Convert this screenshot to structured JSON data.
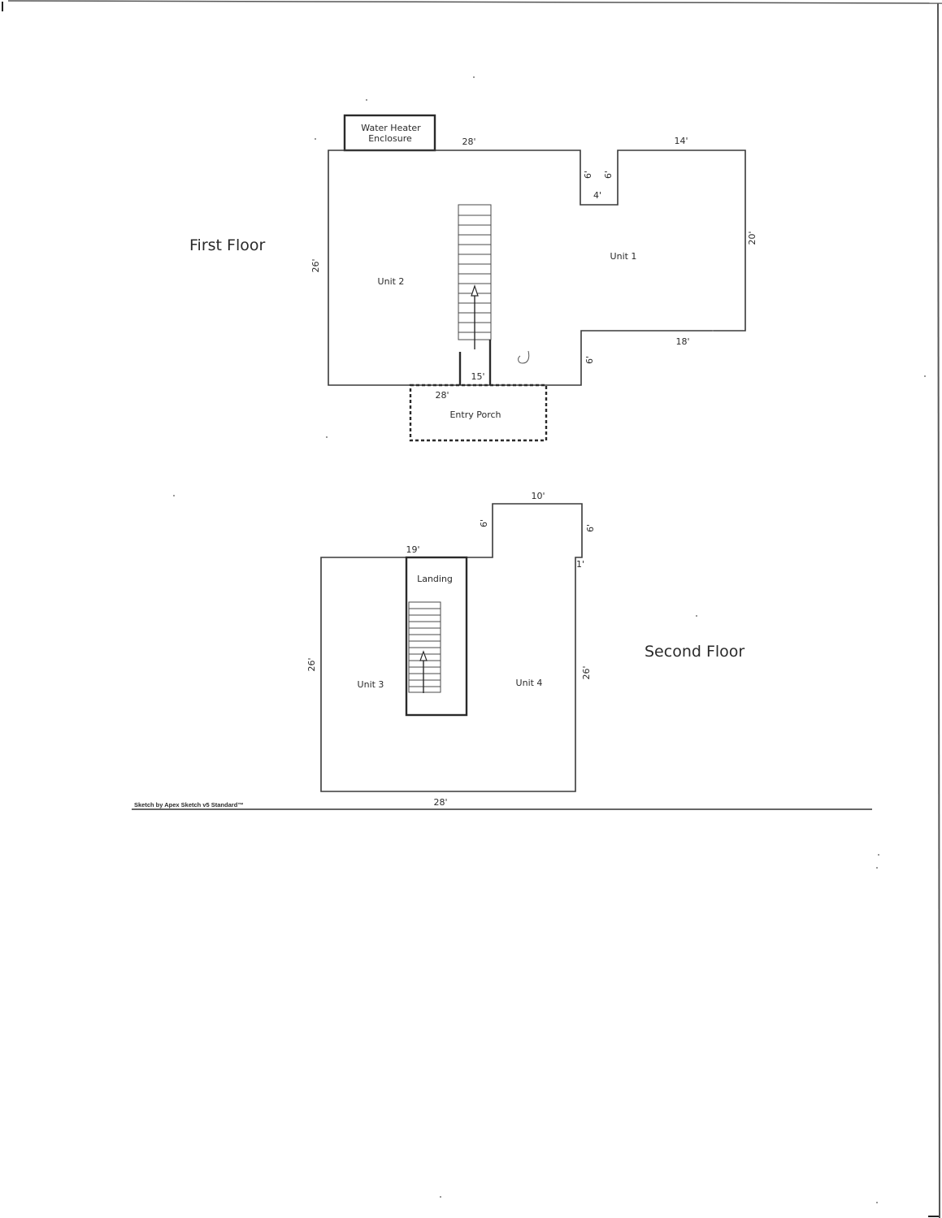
{
  "first_floor": {
    "title": "First Floor",
    "rooms": {
      "water_heater_line1": "Water Heater",
      "water_heater_line2": "Enclosure",
      "unit_2": "Unit 2",
      "unit_1": "Unit 1",
      "entry_porch": "Entry Porch"
    },
    "dimensions": {
      "top_left": "28'",
      "top_right": "14'",
      "notch_left": "6'",
      "notch_right": "6'",
      "notch_bottom": "4'",
      "right": "20'",
      "left": "26'",
      "lower_right": "18'",
      "lower_step": "6'",
      "bottom_stair": "15'",
      "porch": "28'"
    }
  },
  "second_floor": {
    "title": "Second Floor",
    "rooms": {
      "landing": "Landing",
      "unit_3": "Unit 3",
      "unit_4": "Unit 4"
    },
    "dimensions": {
      "top_bump": "10'",
      "bump_left": "6'",
      "bump_right": "6'",
      "top_left": "19'",
      "small_step": "1'",
      "left": "26'",
      "right": "26'",
      "bottom": "28'"
    }
  },
  "footer": {
    "credit": "Sketch by Apex Sketch v5 Standard™"
  }
}
